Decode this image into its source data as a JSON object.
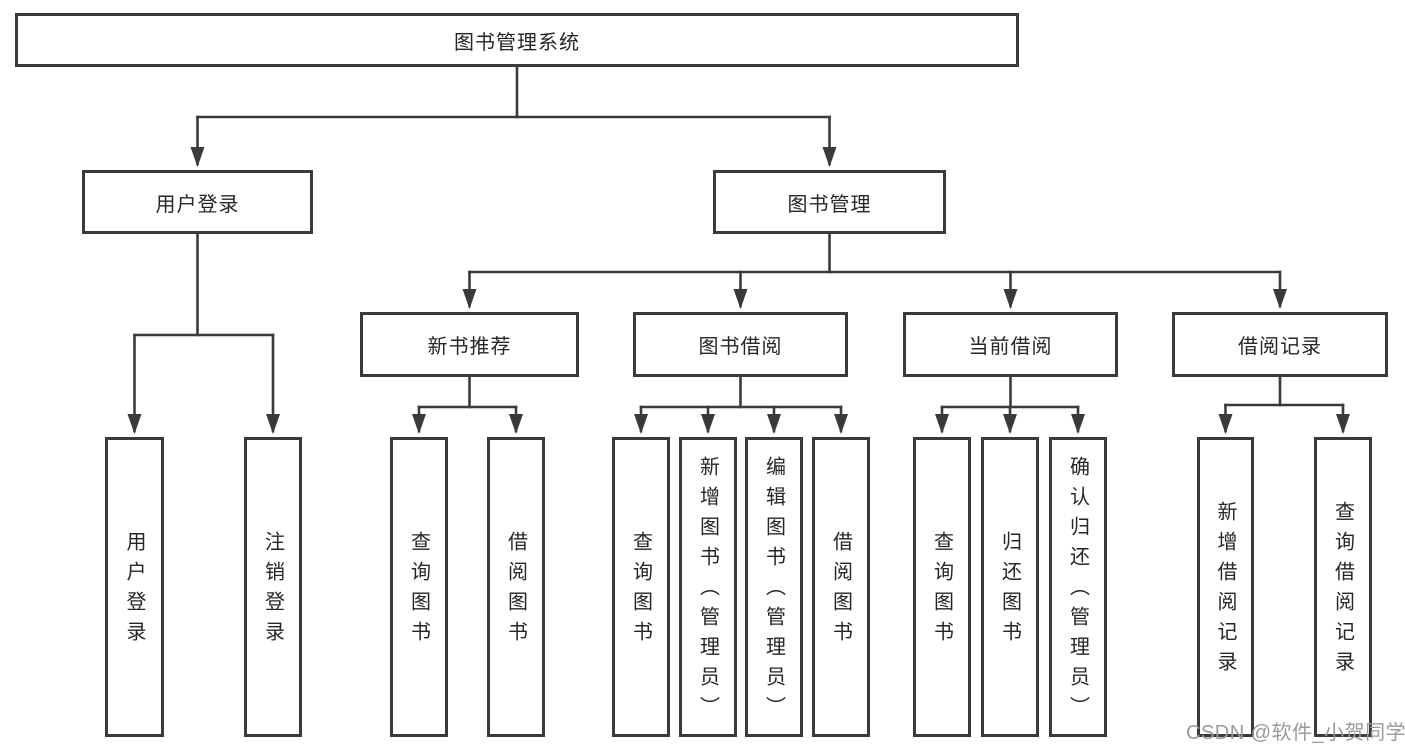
{
  "diagram_type": "function-structure-tree",
  "title": "图书管理系统",
  "colors": {
    "background": "#ffffff",
    "line": "#3a3a3a",
    "box_border": "#3a3a3a",
    "box_fill": "#ffffff",
    "text": "#262626",
    "watermark": "#9a9a9a"
  },
  "nodes": {
    "root": {
      "label": "图书管理系统"
    },
    "user_login": {
      "label": "用户登录"
    },
    "book_mgmt": {
      "label": "图书管理"
    },
    "new_book_rec": {
      "label": "新书推荐"
    },
    "book_borrow": {
      "label": "图书借阅"
    },
    "current_borrow": {
      "label": "当前借阅"
    },
    "borrow_record": {
      "label": "借阅记录"
    },
    "leaf_user_login": {
      "label": "用户登录"
    },
    "leaf_logout": {
      "label": "注销登录"
    },
    "leaf_query_book_rec": {
      "label": "查询图书"
    },
    "leaf_borrow_book_rec": {
      "label": "借阅图书"
    },
    "leaf_query_book_borrow": {
      "label": "查询图书"
    },
    "leaf_add_book_admin": {
      "label": "新增图书（管理员）"
    },
    "leaf_edit_book_admin": {
      "label": "编辑图书（管理员）"
    },
    "leaf_borrow_book_borrow": {
      "label": "借阅图书"
    },
    "leaf_query_book_current": {
      "label": "查询图书"
    },
    "leaf_return_book": {
      "label": "归还图书"
    },
    "leaf_confirm_return_admin": {
      "label": "确认归还（管理员）"
    },
    "leaf_add_borrow_record": {
      "label": "新增借阅记录"
    },
    "leaf_query_borrow_record": {
      "label": "查询借阅记录"
    }
  },
  "hierarchy": {
    "图书管理系统": {
      "用户登录": [
        "用户登录",
        "注销登录"
      ],
      "图书管理": {
        "新书推荐": [
          "查询图书",
          "借阅图书"
        ],
        "图书借阅": [
          "查询图书",
          "新增图书（管理员）",
          "编辑图书（管理员）",
          "借阅图书"
        ],
        "当前借阅": [
          "查询图书",
          "归还图书",
          "确认归还（管理员）"
        ],
        "借阅记录": [
          "新增借阅记录",
          "查询借阅记录"
        ]
      }
    }
  },
  "watermark": {
    "text": "CSDN @软件_小贺同学"
  }
}
